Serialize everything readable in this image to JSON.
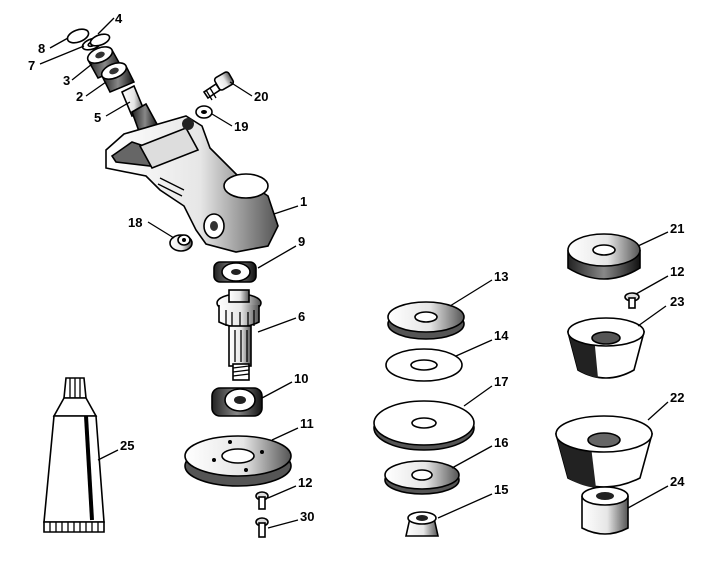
{
  "diagram": {
    "parts": [
      {
        "id": "p1",
        "label": "1"
      },
      {
        "id": "p2",
        "label": "2"
      },
      {
        "id": "p3",
        "label": "3"
      },
      {
        "id": "p4",
        "label": "4"
      },
      {
        "id": "p5",
        "label": "5"
      },
      {
        "id": "p6",
        "label": "6"
      },
      {
        "id": "p7",
        "label": "7"
      },
      {
        "id": "p8",
        "label": "8"
      },
      {
        "id": "p9",
        "label": "9"
      },
      {
        "id": "p10",
        "label": "10"
      },
      {
        "id": "p11",
        "label": "11"
      },
      {
        "id": "p12a",
        "label": "12"
      },
      {
        "id": "p12b",
        "label": "12"
      },
      {
        "id": "p13",
        "label": "13"
      },
      {
        "id": "p14",
        "label": "14"
      },
      {
        "id": "p15",
        "label": "15"
      },
      {
        "id": "p16",
        "label": "16"
      },
      {
        "id": "p17",
        "label": "17"
      },
      {
        "id": "p18",
        "label": "18"
      },
      {
        "id": "p19",
        "label": "19"
      },
      {
        "id": "p20",
        "label": "20"
      },
      {
        "id": "p21",
        "label": "21"
      },
      {
        "id": "p22",
        "label": "22"
      },
      {
        "id": "p23",
        "label": "23"
      },
      {
        "id": "p24",
        "label": "24"
      },
      {
        "id": "p25",
        "label": "25"
      },
      {
        "id": "p30",
        "label": "30"
      }
    ]
  }
}
